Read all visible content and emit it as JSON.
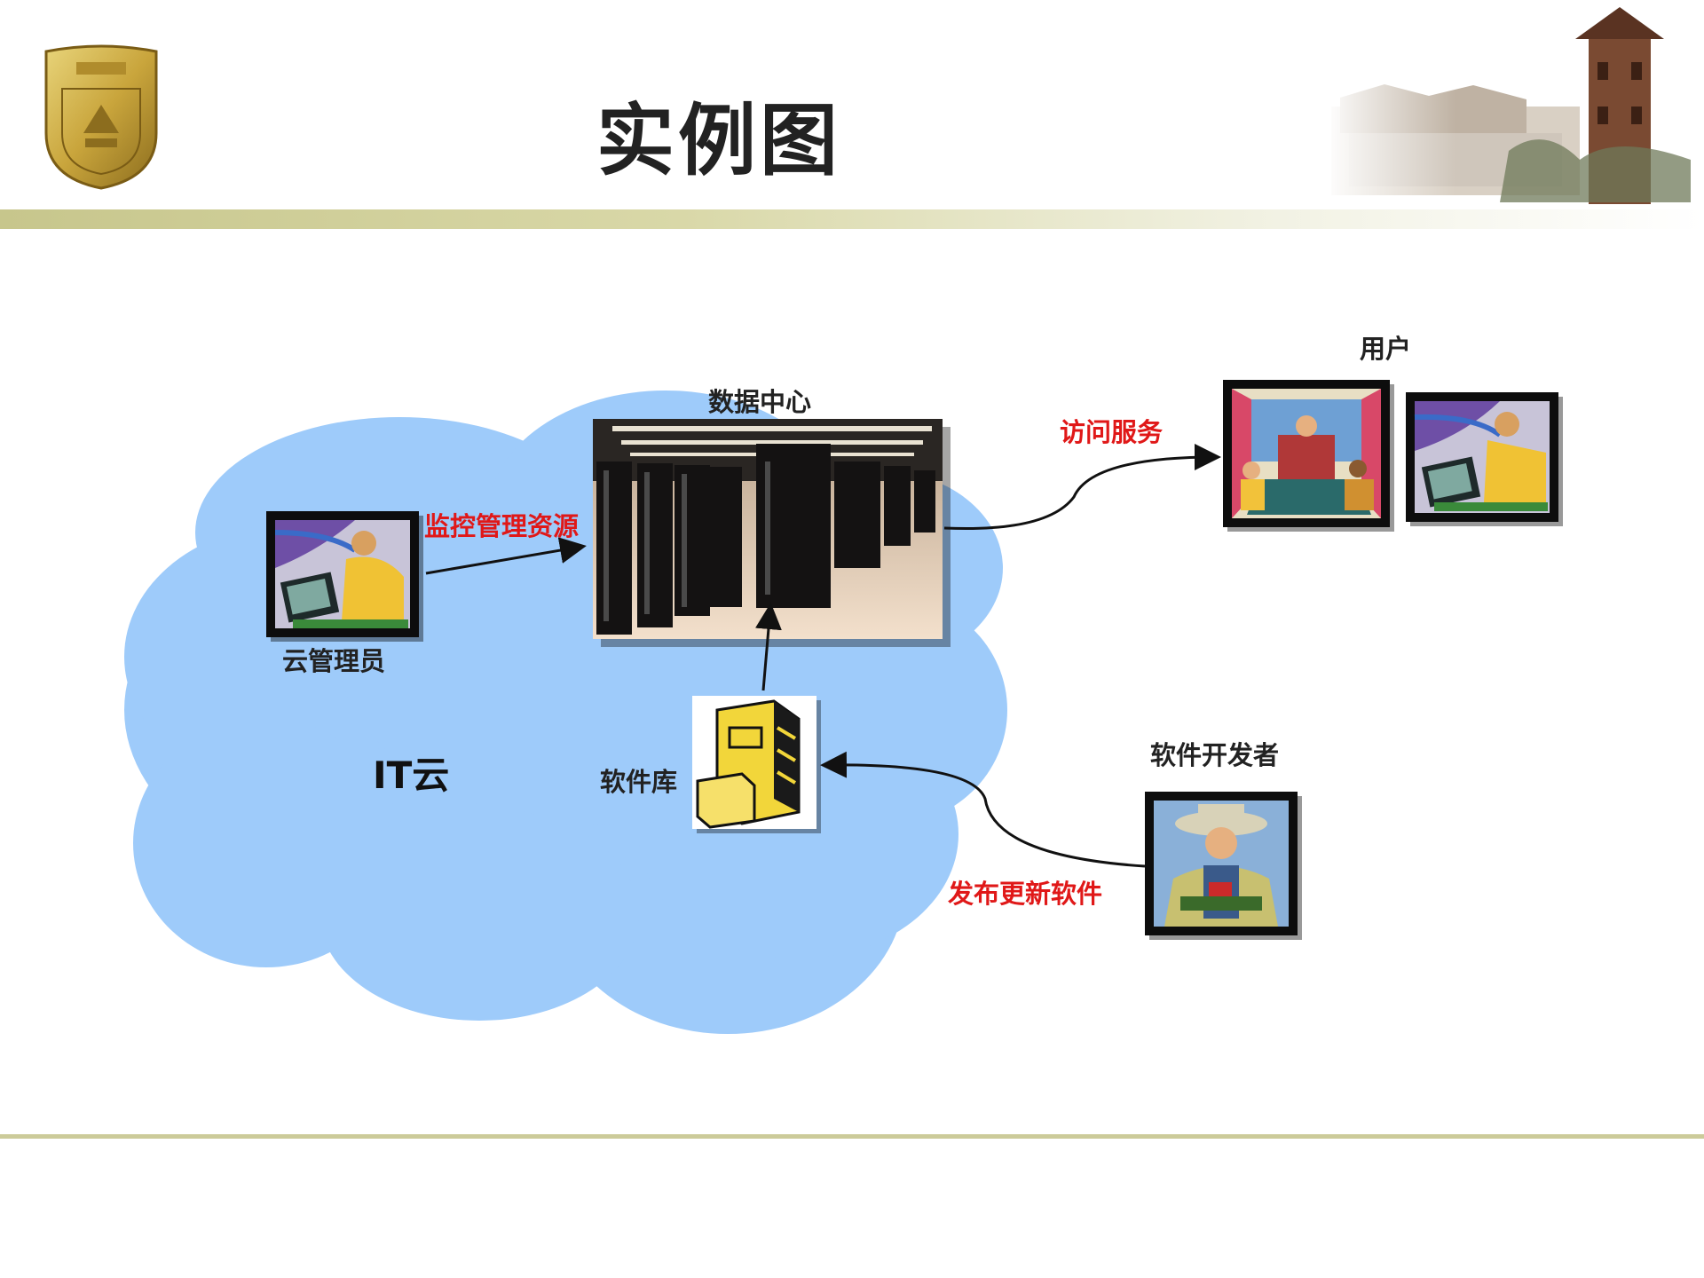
{
  "slide": {
    "title": "实例图"
  },
  "diagram": {
    "cloud_label": "IT云",
    "nodes": {
      "datacenter": "数据中心",
      "admin": "云管理员",
      "repo": "软件库",
      "users": "用户",
      "developer": "软件开发者"
    },
    "edges": {
      "admin_to_dc": "监控管理资源",
      "dc_to_users": "访问服务",
      "dev_to_repo": "发布更新软件"
    }
  },
  "colors": {
    "cloud": "#9ecbfa",
    "accent_red": "#e01818",
    "band": "#c7c68c"
  }
}
